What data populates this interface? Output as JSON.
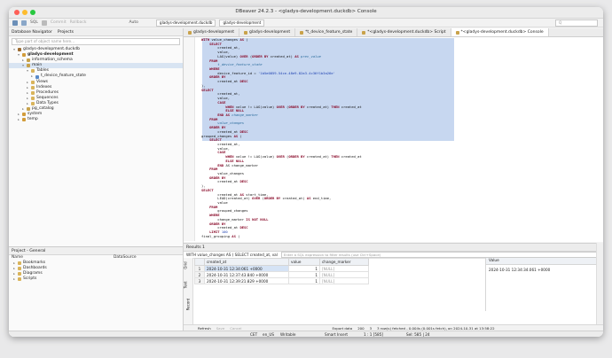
{
  "window_title": "DBeaver 24.2.3 - <gladys-development.duckdb> Console",
  "toolbar": {
    "sql_label": "SQL",
    "commit_label": "Commit",
    "rollback_label": "Rollback",
    "auto_label": "Auto",
    "datasource_combo": "gladys-development.duckdb",
    "schema_combo": "gladys-development",
    "search_placeholder": "Q"
  },
  "navigator": {
    "tab_database": "Database Navigator",
    "tab_projects": "Projects",
    "filter_placeholder": "Type part of object name here...",
    "tree": [
      {
        "label": "gladys-development.duckdb",
        "depth": 0,
        "arrow": "▾",
        "color": "#9c6b2f"
      },
      {
        "label": "gladys-development",
        "depth": 1,
        "arrow": "▾",
        "color": "#d29c3a",
        "bold": true
      },
      {
        "label": "information_schema",
        "depth": 2,
        "arrow": "▸",
        "color": "#c7a24a"
      },
      {
        "label": "main",
        "depth": 2,
        "arrow": "▾",
        "color": "#c7a24a",
        "selected": true
      },
      {
        "label": "Tables",
        "depth": 3,
        "arrow": "▾",
        "color": "#d9b45b"
      },
      {
        "label": "t_device_feature_state",
        "depth": 4,
        "arrow": "▸",
        "color": "#5a8ac9"
      },
      {
        "label": "Views",
        "depth": 3,
        "arrow": "▸",
        "color": "#d9b45b"
      },
      {
        "label": "Indexes",
        "depth": 3,
        "arrow": "▸",
        "color": "#d9b45b"
      },
      {
        "label": "Procedures",
        "depth": 3,
        "arrow": "▸",
        "color": "#d9b45b"
      },
      {
        "label": "Sequences",
        "depth": 3,
        "arrow": "▸",
        "color": "#d9b45b"
      },
      {
        "label": "Data Types",
        "depth": 3,
        "arrow": "▸",
        "color": "#d9b45b"
      },
      {
        "label": "pg_catalog",
        "depth": 2,
        "arrow": "▸",
        "color": "#c7a24a"
      },
      {
        "label": "system",
        "depth": 1,
        "arrow": "▸",
        "color": "#d29c3a"
      },
      {
        "label": "temp",
        "depth": 1,
        "arrow": "▸",
        "color": "#d29c3a"
      }
    ]
  },
  "project": {
    "header": "Project - General",
    "col_name": "Name",
    "col_datasource": "DataSource",
    "items": [
      {
        "label": "Bookmarks",
        "color": "#d9b45b"
      },
      {
        "label": "Dashboards",
        "color": "#d9b45b"
      },
      {
        "label": "Diagrams",
        "color": "#d9b45b"
      },
      {
        "label": "Scripts",
        "color": "#d9b45b"
      }
    ]
  },
  "editor_tabs": [
    {
      "label": "gladys-development"
    },
    {
      "label": "gladys-development"
    },
    {
      "label": "*t_device_feature_state"
    },
    {
      "label": "*<gladys-development.duckdb> Script"
    },
    {
      "label": "*<gladys-development.duckdb> Console",
      "active": true
    }
  ],
  "code_lines": [
    [
      {
        "t": "WITH",
        "c": "kw"
      },
      {
        "t": " value_changes ",
        "c": ""
      },
      {
        "t": "AS",
        "c": "kw"
      },
      {
        "t": " (",
        "c": ""
      }
    ],
    [
      {
        "t": "    SELECT",
        "c": "kw"
      }
    ],
    [
      {
        "t": "        created_at,",
        "c": ""
      }
    ],
    [
      {
        "t": "        value,",
        "c": ""
      }
    ],
    [
      {
        "t": "        LAG(value) ",
        "c": ""
      },
      {
        "t": "OVER",
        "c": "kw"
      },
      {
        "t": " (",
        "c": ""
      },
      {
        "t": "ORDER BY",
        "c": "kw"
      },
      {
        "t": " created_at) ",
        "c": ""
      },
      {
        "t": "AS",
        "c": "kw"
      },
      {
        "t": " prev_value",
        "c": "it"
      }
    ],
    [
      {
        "t": "    FROM",
        "c": "kw"
      }
    ],
    [
      {
        "t": "        t_device_feature_state",
        "c": "it"
      }
    ],
    [
      {
        "t": "    WHERE",
        "c": "kw"
      }
    ],
    [
      {
        "t": "        device_feature_id = ",
        "c": ""
      },
      {
        "t": "'1b5e0859-54ce-48e9-82a3-4c36f1b3a26e'",
        "c": "str"
      }
    ],
    [
      {
        "t": "    ORDER BY",
        "c": "kw"
      }
    ],
    [
      {
        "t": "        created_at ",
        "c": ""
      },
      {
        "t": "DESC",
        "c": "kw"
      }
    ],
    [
      {
        "t": "),",
        "c": ""
      }
    ],
    [
      {
        "t": "SELECT",
        "c": "kw"
      }
    ],
    [
      {
        "t": "        created_at,",
        "c": ""
      }
    ],
    [
      {
        "t": "        value,",
        "c": ""
      }
    ],
    [
      {
        "t": "        CASE",
        "c": "kw"
      }
    ],
    [
      {
        "t": "            WHEN",
        "c": "kw"
      },
      {
        "t": " value != LAG(value) ",
        "c": ""
      },
      {
        "t": "OVER",
        "c": "kw"
      },
      {
        "t": " (",
        "c": ""
      },
      {
        "t": "ORDER BY",
        "c": "kw"
      },
      {
        "t": " created_at) ",
        "c": ""
      },
      {
        "t": "THEN",
        "c": "kw"
      },
      {
        "t": " created_at",
        "c": ""
      }
    ],
    [
      {
        "t": "            ELSE NULL",
        "c": "kw"
      }
    ],
    [
      {
        "t": "        END",
        "c": "kw"
      },
      {
        "t": " AS",
        "c": "kw"
      },
      {
        "t": " change_marker",
        "c": "it"
      }
    ],
    [
      {
        "t": "    FROM",
        "c": "kw"
      }
    ],
    [
      {
        "t": "        value_changes",
        "c": "it"
      }
    ],
    [
      {
        "t": "    ORDER BY",
        "c": "kw"
      }
    ],
    [
      {
        "t": "        created_at ",
        "c": ""
      },
      {
        "t": "DESC",
        "c": "kw"
      }
    ],
    [
      {
        "t": "grouped_changes ",
        "c": ""
      },
      {
        "t": "AS",
        "c": "kw"
      },
      {
        "t": " (",
        "c": ""
      }
    ],
    [
      {
        "t": "    SELECT",
        "c": "kw"
      }
    ],
    [
      {
        "t": "        created_at,",
        "c": ""
      }
    ],
    [
      {
        "t": "        value,",
        "c": ""
      }
    ],
    [
      {
        "t": "        CASE",
        "c": "kw"
      }
    ],
    [
      {
        "t": "            WHEN",
        "c": "kw"
      },
      {
        "t": " value != LAG(value) ",
        "c": ""
      },
      {
        "t": "OVER",
        "c": "kw"
      },
      {
        "t": " (",
        "c": ""
      },
      {
        "t": "ORDER BY",
        "c": "kw"
      },
      {
        "t": " created_at) ",
        "c": ""
      },
      {
        "t": "THEN",
        "c": "kw"
      },
      {
        "t": " created_at",
        "c": ""
      }
    ],
    [
      {
        "t": "            ELSE NULL",
        "c": "kw"
      }
    ],
    [
      {
        "t": "        END",
        "c": "kw"
      },
      {
        "t": " AS change_marker",
        "c": ""
      }
    ],
    [
      {
        "t": "    FROM",
        "c": "kw"
      }
    ],
    [
      {
        "t": "        value_changes",
        "c": ""
      }
    ],
    [
      {
        "t": "    ORDER BY",
        "c": "kw"
      }
    ],
    [
      {
        "t": "        created_at ",
        "c": ""
      },
      {
        "t": "DESC",
        "c": "kw"
      }
    ],
    [
      {
        "t": "),",
        "c": ""
      }
    ],
    [
      {
        "t": "SELECT",
        "c": "kw"
      }
    ],
    [
      {
        "t": "        created_at ",
        "c": ""
      },
      {
        "t": "AS",
        "c": "kw"
      },
      {
        "t": " start_time,",
        "c": ""
      }
    ],
    [
      {
        "t": "        LEAD(created_at) ",
        "c": ""
      },
      {
        "t": "OVER",
        "c": "kw"
      },
      {
        "t": " (",
        "c": ""
      },
      {
        "t": "ORDER BY",
        "c": "kw"
      },
      {
        "t": " created_at) ",
        "c": ""
      },
      {
        "t": "AS",
        "c": "kw"
      },
      {
        "t": " end_time,",
        "c": ""
      }
    ],
    [
      {
        "t": "        value",
        "c": ""
      }
    ],
    [
      {
        "t": "    FROM",
        "c": "kw"
      }
    ],
    [
      {
        "t": "        grouped_changes",
        "c": ""
      }
    ],
    [
      {
        "t": "    WHERE",
        "c": "kw"
      }
    ],
    [
      {
        "t": "        change_marker ",
        "c": ""
      },
      {
        "t": "IS NOT NULL",
        "c": "kw"
      }
    ],
    [
      {
        "t": "    ORDER BY",
        "c": "kw"
      }
    ],
    [
      {
        "t": "        created_at ",
        "c": ""
      },
      {
        "t": "DESC",
        "c": "kw"
      }
    ],
    [
      {
        "t": "    LIMIT",
        "c": "kw"
      },
      {
        "t": " 100",
        "c": "str"
      }
    ],
    [
      {
        "t": "final_grouping ",
        "c": ""
      },
      {
        "t": "AS",
        "c": "kw"
      },
      {
        "t": " (",
        "c": ""
      }
    ]
  ],
  "results": {
    "tab_label": "Results 1",
    "query_preview": "WITH value_changes AS ( SELECT created_at, val",
    "filter_placeholder": "Enter a SQL expression to filter results (use Ctrl+Space)",
    "side_tabs": [
      "Grid",
      "Text",
      "Record"
    ],
    "columns": [
      "created_at",
      "value",
      "change_marker"
    ],
    "rows": [
      [
        "2024-10-31 12:34:061 +0000",
        "1",
        "[NULL]"
      ],
      [
        "2024-10-31 12:37:43.840 +0000",
        "1",
        "[NULL]"
      ],
      [
        "2024-10-31 12:39:21.829 +0000",
        "1",
        "[NULL]"
      ]
    ],
    "value_panel_title": "Value",
    "value_panel_content": "2024-10-31 12:34:34.061 +0000",
    "bottom": {
      "refresh": "Refresh",
      "save": "Save",
      "cancel": "Cancel",
      "export": "Export data",
      "fetch_size": "200",
      "rows_info": "3",
      "fetch_status": "3 row(s) fetched - 0.004s (0.001s fetch), on 2024-10-31 at 13:58:22"
    }
  },
  "status": {
    "tz": "CET",
    "locale": "en_US",
    "mode": "Writable",
    "insert": "Smart Insert",
    "pos": "1 : 1 [585]",
    "sel": "Sel: 585 | 24"
  }
}
